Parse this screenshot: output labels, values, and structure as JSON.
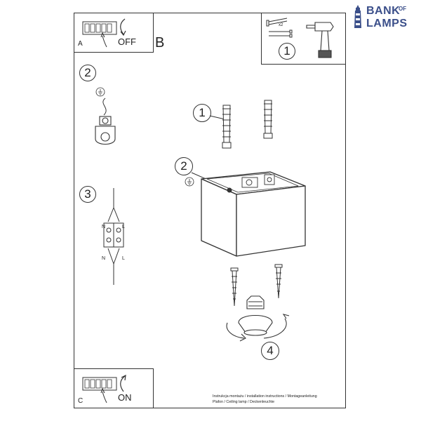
{
  "brand": {
    "line1": "BANK",
    "of": "OF",
    "line2": "LAMPS",
    "color": "#3b4f8a"
  },
  "panels": {
    "a": {
      "letter": "A",
      "state": "OFF"
    },
    "b": {
      "letter": "B"
    },
    "c": {
      "letter": "C",
      "state": "ON"
    }
  },
  "tools": {
    "step": "1",
    "quantity": "x2"
  },
  "steps": {
    "s1": "1",
    "s2": "2",
    "s3": "3",
    "s4": "4"
  },
  "left_steps": {
    "s2": "2",
    "s3": "3"
  },
  "terminal": {
    "n": "N",
    "l": "L"
  },
  "caption": {
    "line1": "Instrukcja montażu / installation instructions / Montageanleitung",
    "line2": "Plafon / Ceiling lamp / Deckenleuchte"
  },
  "colors": {
    "line": "#333333",
    "accent": "#3b4f8a"
  }
}
